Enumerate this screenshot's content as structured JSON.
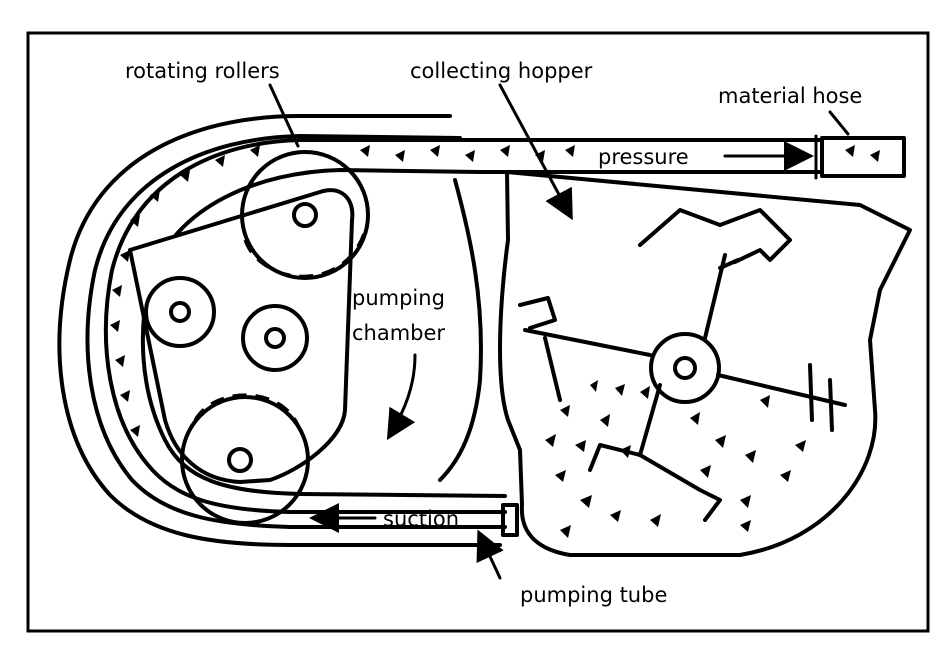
{
  "labels": {
    "rotating_rollers": "rotating rollers",
    "collecting_hopper": "collecting hopper",
    "material_hose": "material hose",
    "pressure": "pressure",
    "pumping_chamber_line1": "pumping",
    "pumping_chamber_line2": "chamber",
    "suction": "suction",
    "pumping_tube": "pumping tube"
  },
  "colors": {
    "line": "#000000",
    "background": "#ffffff"
  }
}
